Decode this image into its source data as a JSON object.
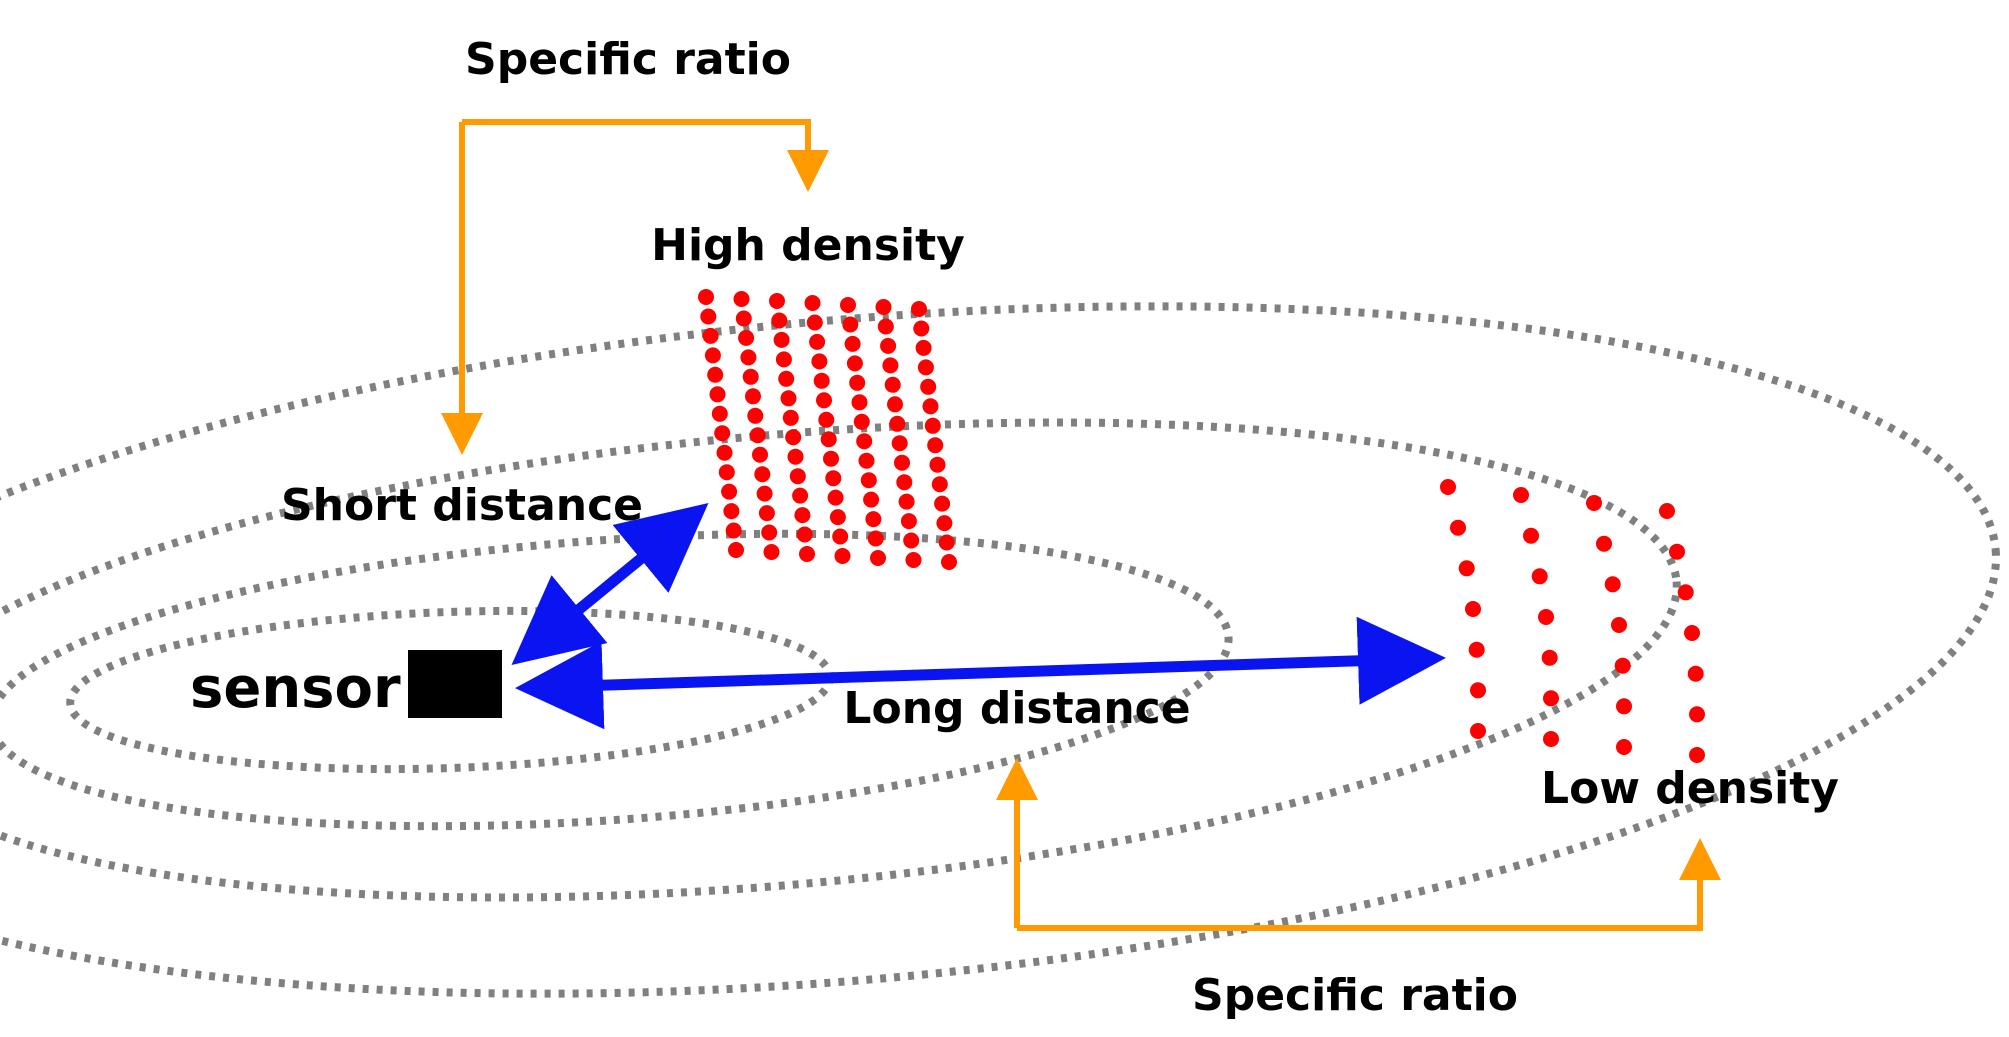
{
  "labels": {
    "specific_ratio_top": "Specific ratio",
    "high_density": "High density",
    "short_distance": "Short distance",
    "sensor": "sensor",
    "long_distance": "Long distance",
    "low_density": "Low density",
    "specific_ratio_bottom": "Specific ratio"
  },
  "colors": {
    "distance_arrow": "#0a14f0",
    "ratio_arrow": "#ff9a00",
    "point": "#ff0000",
    "contour": "#808080",
    "sensor": "#000000"
  },
  "point_grids": {
    "high_density": {
      "columns": 7,
      "rows": 14
    },
    "low_density": {
      "columns": 4,
      "rows": 7
    }
  }
}
